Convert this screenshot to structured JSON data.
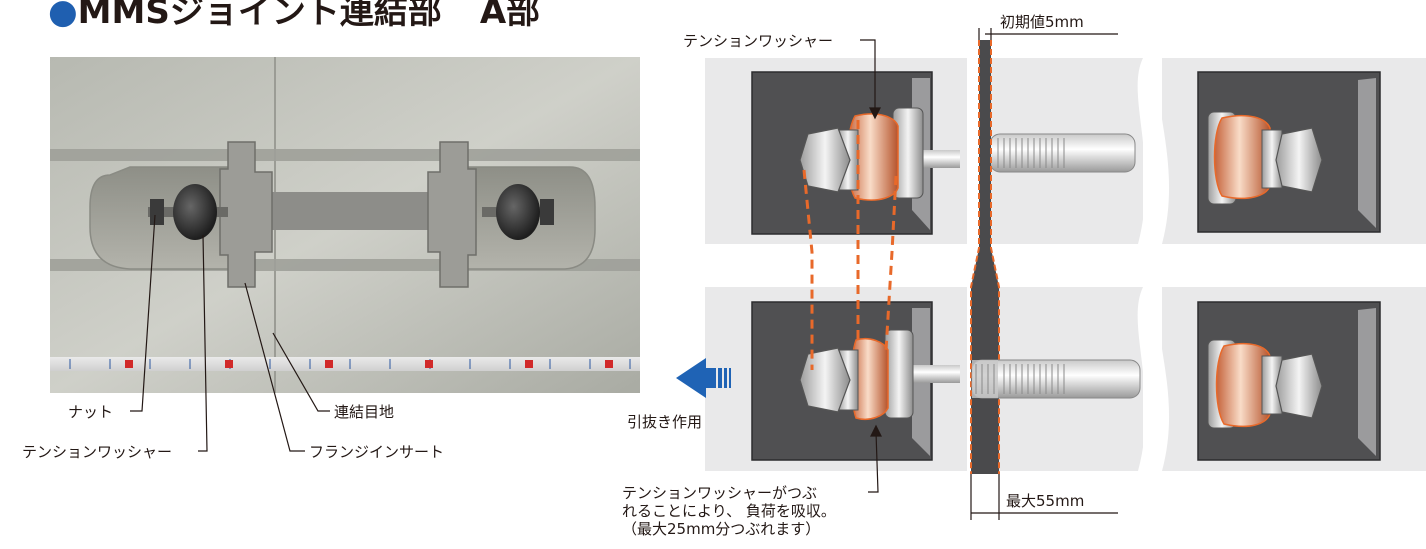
{
  "title": {
    "text": "MMSジョイント連結部",
    "section": "A部"
  },
  "photo_labels": {
    "nut": "ナット",
    "tension_washer": "テンションワッシャー",
    "joint": "連結目地",
    "flange_insert": "フランジインサート"
  },
  "diagram_labels": {
    "tension_washer_top": "テンションワッシャー",
    "initial_value": "初期値5mm",
    "pull_out": "引抜き作用",
    "max_gap": "最大55mm",
    "note_lines": [
      "テンションワッシャーがつぶ",
      "れることにより、 負荷を吸収。",
      "（最大25mm分つぶれます）"
    ]
  },
  "colors": {
    "bullet": "#1f5fb0",
    "arrow": "#1f63b5",
    "washer_outline": "#e8692a",
    "concrete_panel": "#e9e9ea",
    "box_dark": "#505052"
  }
}
